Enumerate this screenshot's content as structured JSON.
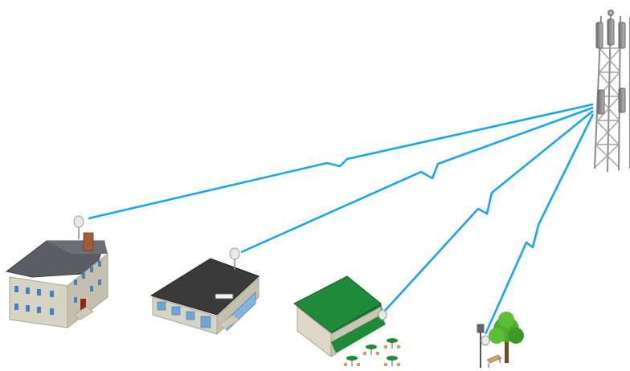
{
  "diagram": {
    "type": "wireless-network-illustration",
    "beam_color": "#1aa6e8",
    "roof_green": "#1f8a3a",
    "roof_dark": "#3a3a3a",
    "roof_slate": "#5a5d63",
    "wall_beige": "#d8d4c4",
    "tree_green": "#4fae2f",
    "nodes": [
      {
        "name": "cell-tower",
        "icon": "antenna-tower"
      },
      {
        "name": "two-story-house",
        "icon": "house-with-dish"
      },
      {
        "name": "single-story-building",
        "icon": "office-with-dish"
      },
      {
        "name": "cafe-with-awning",
        "icon": "cafe-with-dish"
      },
      {
        "name": "street-lamp-park",
        "icon": "lamp-post-with-tree"
      }
    ]
  }
}
